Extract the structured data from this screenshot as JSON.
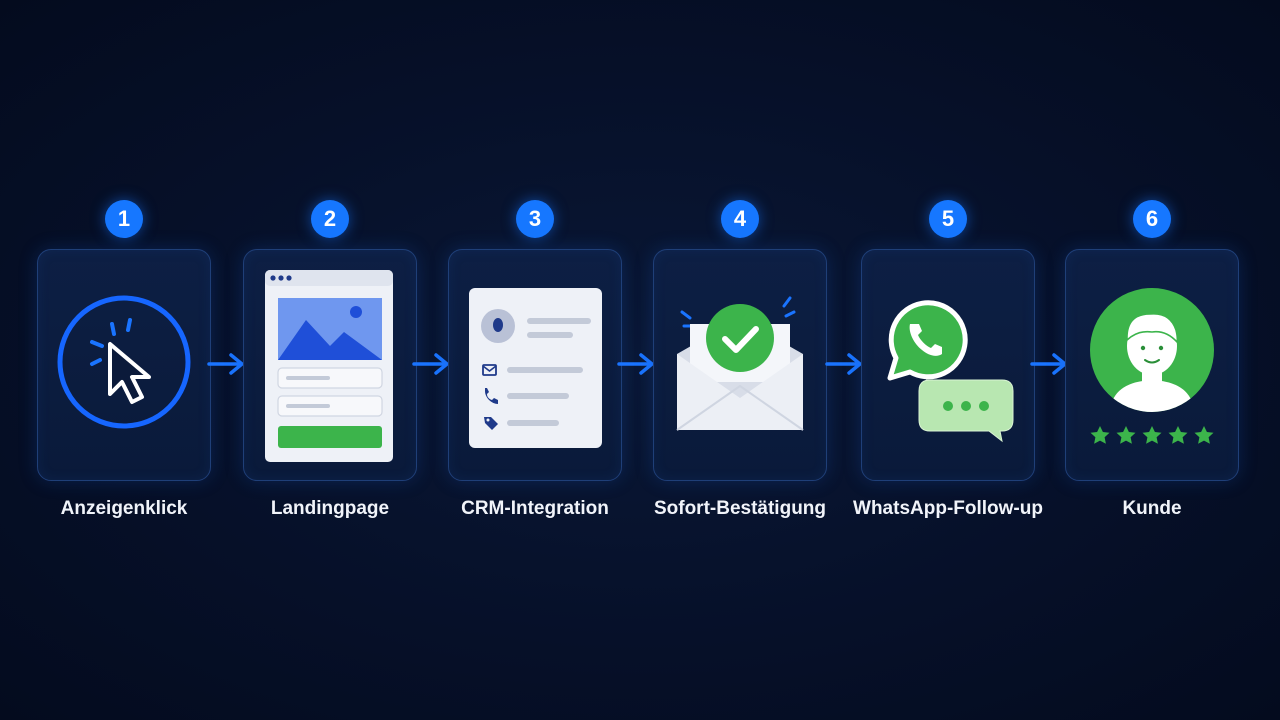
{
  "steps": [
    {
      "number": "1",
      "label": "Anzeigenklick",
      "icon": "cursor-click-icon"
    },
    {
      "number": "2",
      "label": "Landingpage",
      "icon": "landing-page-icon"
    },
    {
      "number": "3",
      "label": "CRM-Integration",
      "icon": "crm-contact-card-icon"
    },
    {
      "number": "4",
      "label": "Sofort-Bestätigung",
      "icon": "envelope-check-icon"
    },
    {
      "number": "5",
      "label": "WhatsApp-Follow-up",
      "icon": "whatsapp-chat-icon"
    },
    {
      "number": "6",
      "label": "Kunde",
      "icon": "customer-avatar-rating-icon"
    }
  ],
  "colors": {
    "background": "#061029",
    "accent": "#1677ff",
    "success": "#3cb44b",
    "card_border": "#1f3f78"
  }
}
